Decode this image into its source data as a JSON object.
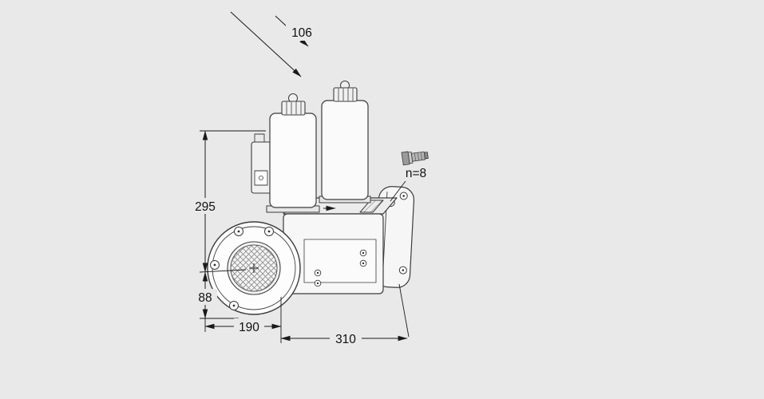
{
  "canvas": {
    "background": "#e9e9e9",
    "line_color": "#3c3c3c",
    "dim_color": "#1a1a1a"
  },
  "dimensions": {
    "depth": "106",
    "height_above_axis": "295",
    "height_below_axis": "88",
    "flange_width": "190",
    "body_length": "310",
    "bolt_count": "n=8"
  }
}
